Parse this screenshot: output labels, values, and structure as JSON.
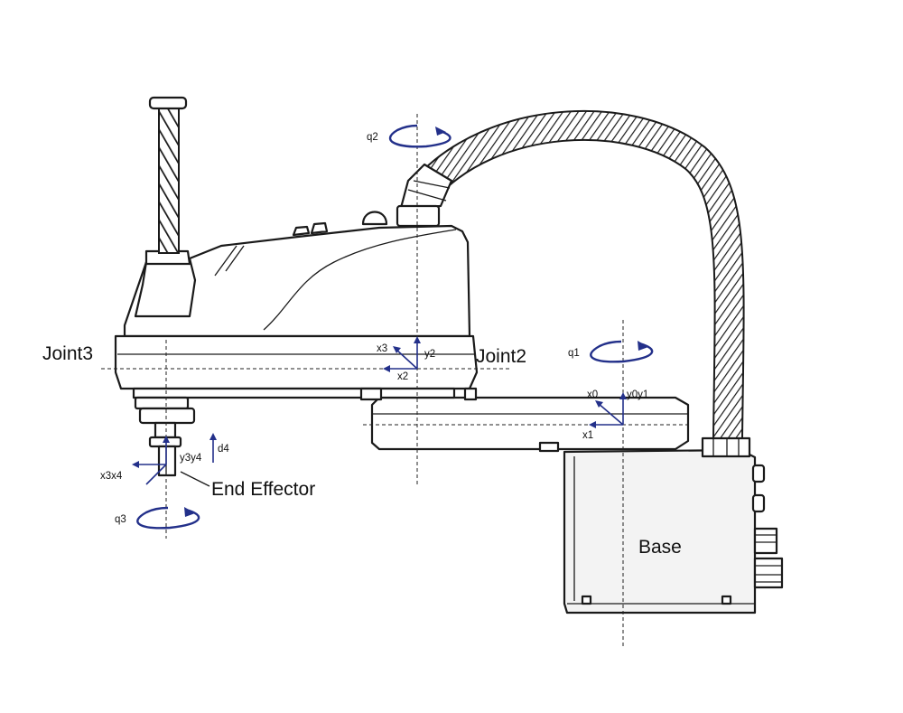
{
  "labels": {
    "joint3": "Joint3",
    "joint2": "Joint2",
    "base": "Base",
    "end_effector": "End Effector"
  },
  "rotations": {
    "q1": "q1",
    "q2": "q2",
    "q3": "q3"
  },
  "frames": {
    "x0": "x0",
    "y0y1": "y0y1",
    "x1": "x1",
    "x2": "x2",
    "x3": "x3",
    "y2": "y2",
    "y3y4": "y3y4",
    "x3x4": "x3x4",
    "d4": "d4"
  },
  "colors": {
    "annotation": "#23308a",
    "outline": "#1a1a1a",
    "background": "#ffffff"
  }
}
